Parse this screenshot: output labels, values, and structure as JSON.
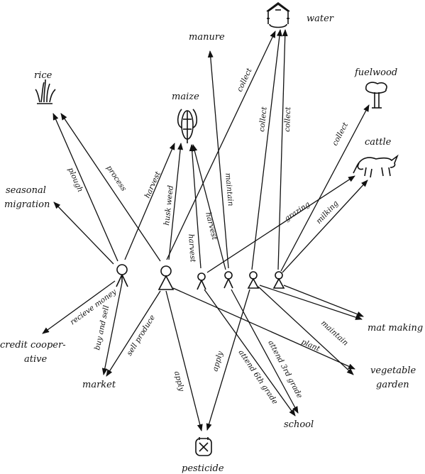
{
  "nodes": {
    "water": "water",
    "manure": "manure",
    "fuelwood": "fuelwood",
    "rice": "rice",
    "maize": "maize",
    "cattle": "cattle",
    "seasonal_migration_1": "seasonal",
    "seasonal_migration_2": "migration",
    "mat_making": "mat making",
    "credit_1": "credit cooper-",
    "credit_2": "ative",
    "market": "market",
    "vegetable_1": "vegetable",
    "vegetable_2": "garden",
    "school": "school",
    "pesticide": "pesticide"
  },
  "edges": {
    "process": "process",
    "plough": "plough",
    "harvest_a": "harvest",
    "husk_weed": "husk weed",
    "harvest_b": "harvest",
    "harvest_c": "harvest",
    "maintain_a": "maintain",
    "collect_a": "collect",
    "collect_b": "collect",
    "collect_c": "collect",
    "collect_d": "collect",
    "grazing": "grazing",
    "milking": "milking",
    "recieve_money": "recieve money",
    "buy_and_sell": "buy and sell",
    "sell_produce": "sell produce",
    "apply_a": "apply",
    "apply_b": "apply",
    "attend_6th": "attend 6th grade",
    "attend_3rd": "attend 3rd grade",
    "plant": "plant",
    "maintain_b": "maintain"
  }
}
